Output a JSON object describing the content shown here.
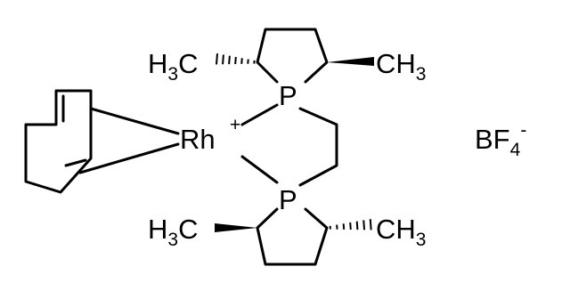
{
  "structure": {
    "atoms": {
      "rh": "Rh",
      "rh_charge": "+",
      "p_top": "P",
      "p_bottom": "P",
      "bf4_symbol": "BF",
      "bf4_subscript": "4",
      "bf4_charge": "-"
    },
    "methyl_groups": {
      "top_left": {
        "main": "H",
        "sub": "3",
        "tail": "C"
      },
      "top_right": {
        "main": "CH",
        "sub": "3"
      },
      "bottom_left": {
        "main": "H",
        "sub": "3",
        "tail": "C"
      },
      "bottom_right": {
        "main": "CH",
        "sub": "3"
      }
    },
    "stereo": {
      "top_left": "hashed",
      "top_right": "wedge",
      "bottom_left": "wedge",
      "bottom_right": "hashed"
    }
  }
}
